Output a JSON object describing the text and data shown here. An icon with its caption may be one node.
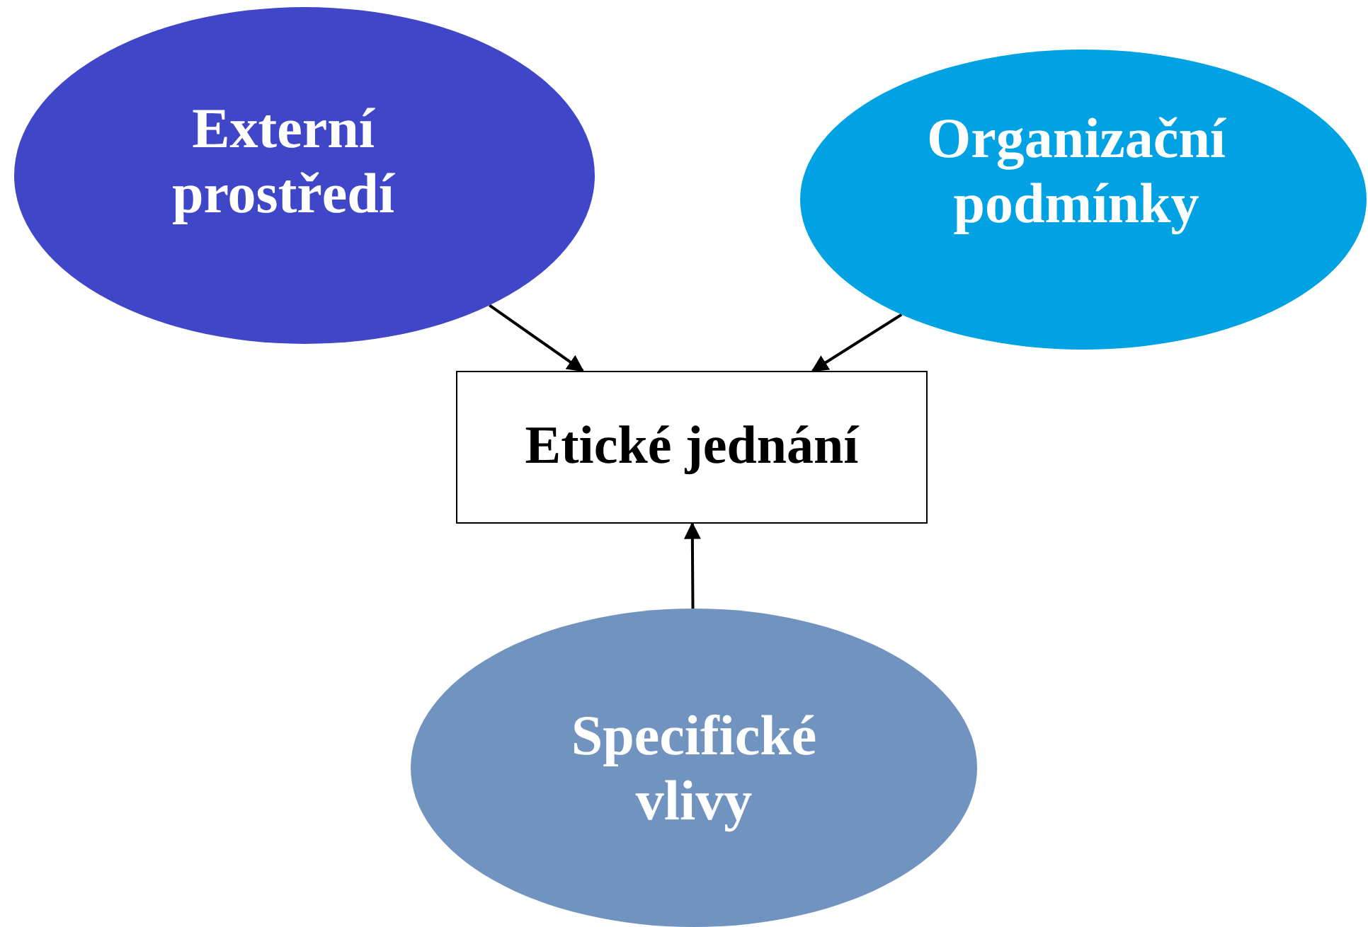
{
  "diagram": {
    "nodes": [
      {
        "text": [
          "Externí prostředí"
        ]
      },
      {
        "text": [
          "Organizační podmínky"
        ]
      },
      {
        "text": [
          "Etické jednání"
        ]
      },
      {
        "text": [
          "Specifické vlivy"
        ]
      }
    ],
    "edges": [
      {
        "from": 0,
        "to": 2,
        "arrow": "to"
      },
      {
        "from": 1,
        "to": 2,
        "arrow": "to"
      },
      {
        "from": 3,
        "to": 2,
        "arrow": "to"
      }
    ]
  }
}
